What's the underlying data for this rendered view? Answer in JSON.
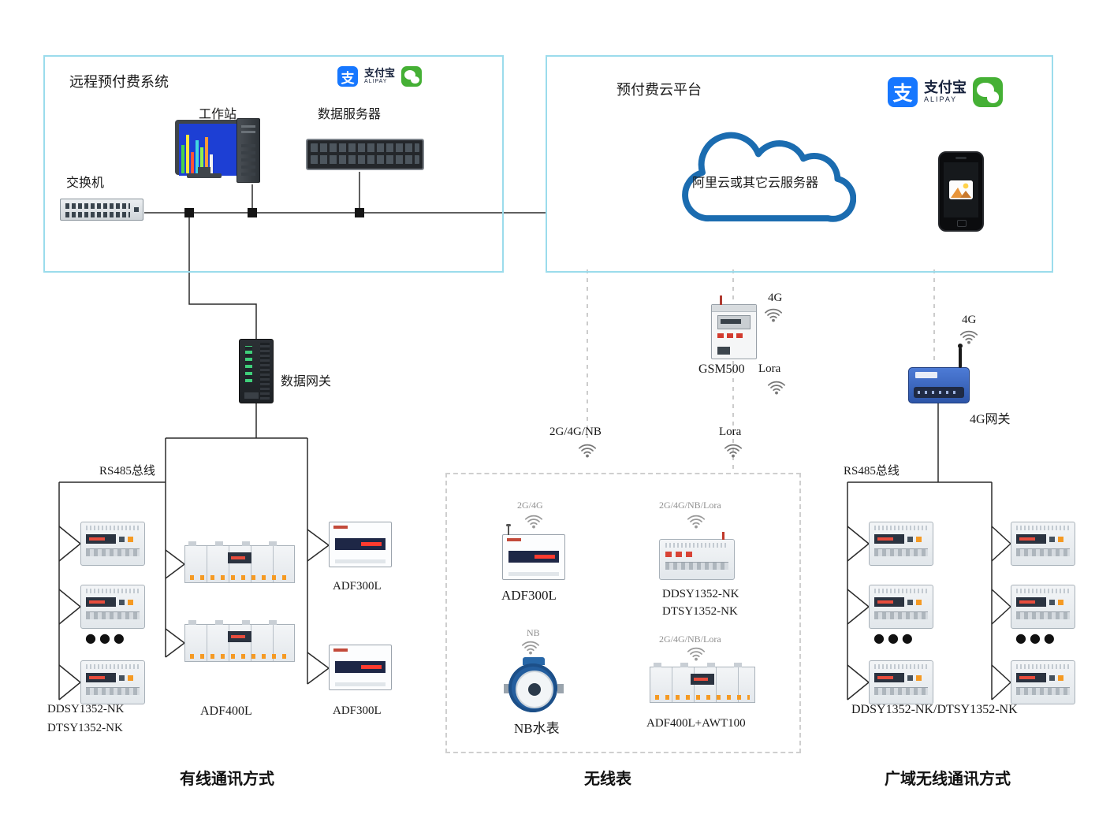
{
  "colors": {
    "panel_border": "#9bdcec",
    "alipay_blue": "#1677ff",
    "wechat_green": "#45b035",
    "cloud_blue": "#1b6cb0",
    "dashed_line": "#cccccc"
  },
  "left_panel": {
    "title": "远程预付费系统",
    "workstation": "工作站",
    "server": "数据服务器",
    "switch": "交换机"
  },
  "right_panel": {
    "title": "预付费云平台",
    "cloud_text": "阿里云或其它云服务器"
  },
  "brand": {
    "alipay_char": "支",
    "alipay_cn": "支付宝",
    "alipay_en": "ALIPAY"
  },
  "gateway": {
    "label": "数据网关"
  },
  "gsm": {
    "label": "GSM500",
    "tag_4g": "4G",
    "tag_lora": "Lora"
  },
  "links": {
    "nb_tag": "2G/4G/NB",
    "lora_tag": "Lora"
  },
  "wan": {
    "tag_4g": "4G",
    "gateway_label": "4G网关"
  },
  "wired": {
    "bus_label": "RS485总线",
    "dots": "●●●",
    "meter_line1": "DDSY1352-NK",
    "meter_line2": "DTSY1352-NK",
    "adf400l_label": "ADF400L",
    "adf300l_top_label": "ADF300L",
    "adf300l_bottom_label": "ADF300L",
    "caption": "有线通讯方式"
  },
  "wireless": {
    "adf300l_tag": "2G/4G",
    "adf300l_label": "ADF300L",
    "ddsy_tag": "2G/4G/NB/Lora",
    "ddsy_line1": "DDSY1352-NK",
    "ddsy_line2": "DTSY1352-NK",
    "nb_tag": "NB",
    "nb_label": "NB水表",
    "awt_tag": "2G/4G/NB/Lora",
    "awt_label": "ADF400L+AWT100",
    "caption": "无线表"
  },
  "wan_group": {
    "bus_label": "RS485总线",
    "dots": "●●●",
    "label": "DDSY1352-NK/DTSY1352-NK",
    "caption": "广域无线通讯方式"
  }
}
